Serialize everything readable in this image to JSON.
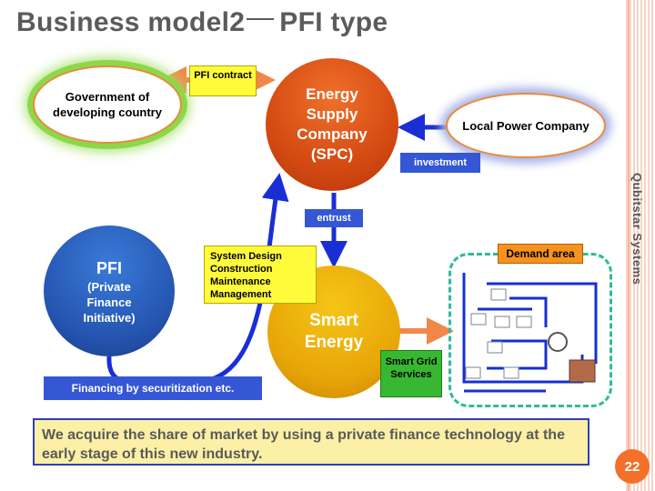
{
  "title": {
    "left": "Business model2",
    "right": "PFI type"
  },
  "side_label": "Qubitstar Systems",
  "nodes": {
    "government": "Government of developing country",
    "spc": "Energy Supply Company (SPC)",
    "local_power": "Local Power Company",
    "pfi_title": "PFI",
    "pfi_sub": "(Private Finance Initiative)",
    "smart_energy": "Smart Energy"
  },
  "labels": {
    "pfi_contract": "PFI contract",
    "investment": "investment",
    "entrust": "entrust",
    "system_design": [
      "System Design",
      "Construction",
      "Maintenance",
      "Management"
    ],
    "financing": "Financing by securitization etc.",
    "smart_grid": "Smart Grid Services",
    "demand_area": "Demand area"
  },
  "note": "We acquire the share of market by using a private finance technology at the early stage of this new industry.",
  "page_number": "22",
  "colors": {
    "arrow_blue": "#1a2ed6",
    "arrow_orange": "#f2874a",
    "spc_orange": "#d44a12",
    "smart_yellow": "#e8a508",
    "pfi_blue": "#2555b0",
    "label_blue": "#3557d6",
    "label_yellow": "#fffb3a",
    "label_green": "#38b832"
  }
}
